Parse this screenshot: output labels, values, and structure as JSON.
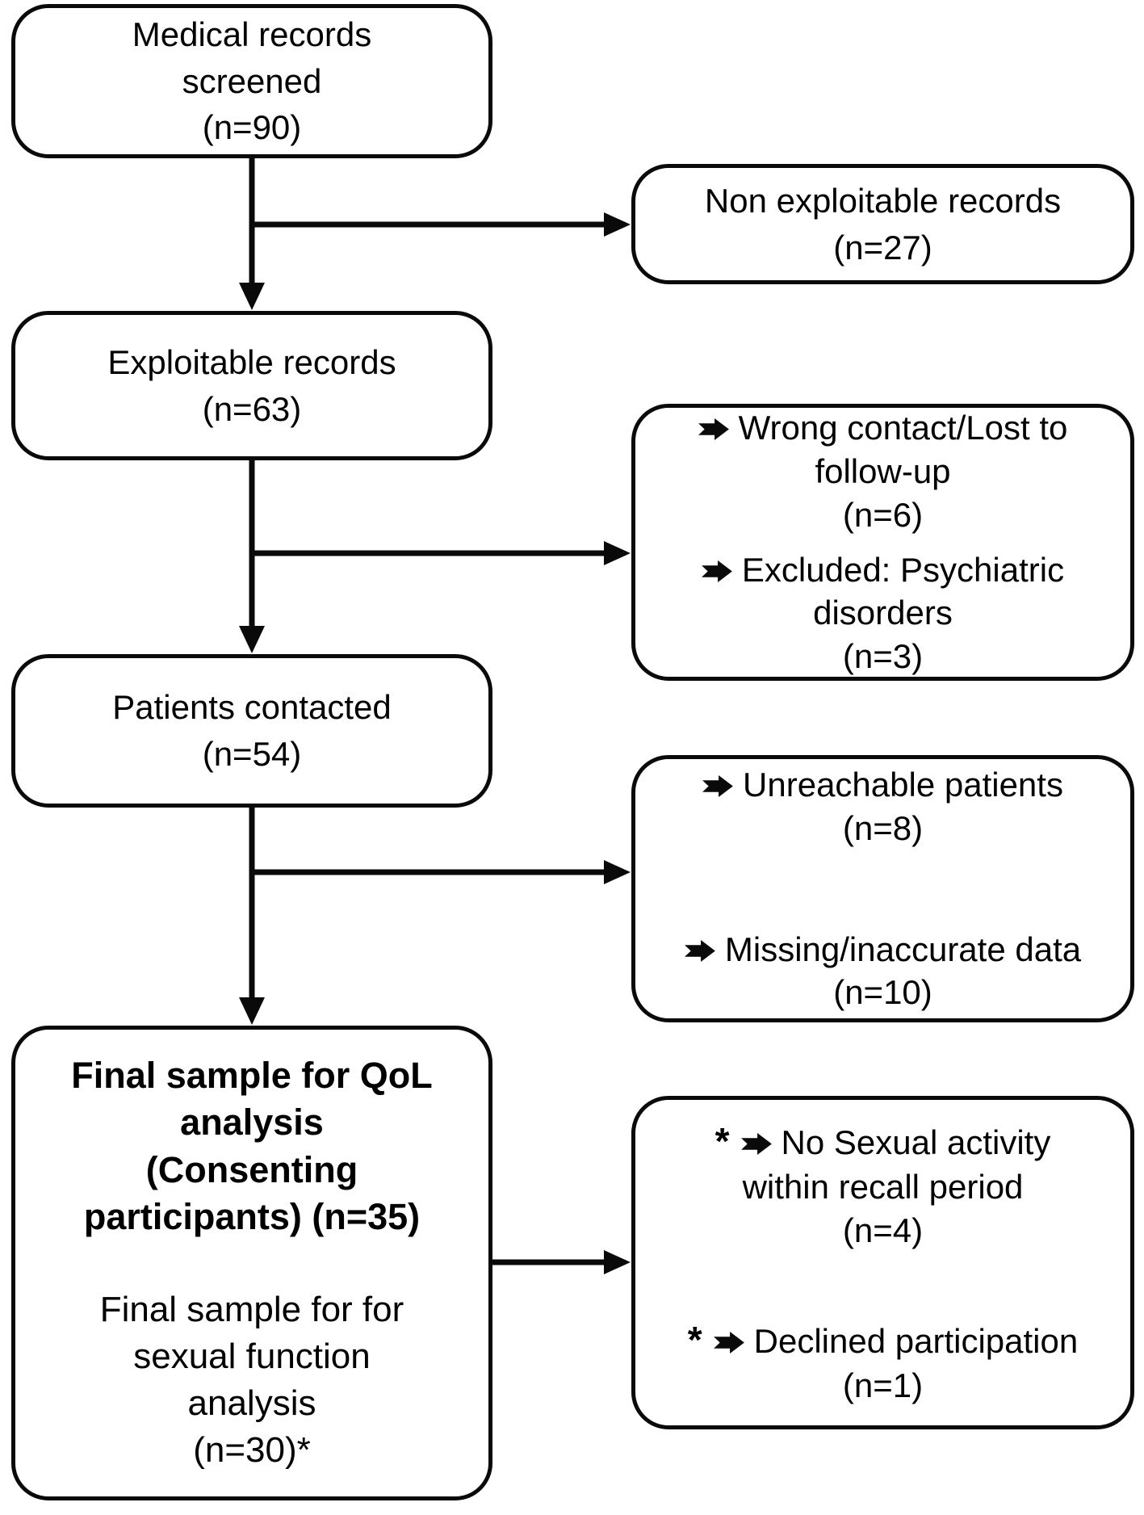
{
  "figure": {
    "type": "participant-flow-diagram",
    "background_color": "#ffffff",
    "line_color": "#0a0a0a",
    "text_color": "#000000"
  },
  "boxes": {
    "medical_records": {
      "lines": [
        "Medical records",
        "screened",
        "(n=90)"
      ],
      "n": 90
    },
    "non_exploitable": {
      "lines": [
        "Non exploitable records",
        "(n=27)"
      ],
      "n": 27
    },
    "exploitable": {
      "lines": [
        "Exploitable records",
        "(n=63)"
      ],
      "n": 63
    },
    "contact_exclusions": {
      "item1": {
        "lines": [
          "Wrong contact/Lost to",
          "follow-up",
          "(n=6)"
        ],
        "n": 6
      },
      "item2": {
        "lines": [
          "Excluded: Psychiatric",
          "disorders",
          "(n=3)"
        ],
        "n": 3
      }
    },
    "patients_contacted": {
      "lines": [
        "Patients contacted",
        "(n=54)"
      ],
      "n": 54
    },
    "data_exclusions": {
      "item1": {
        "lines": [
          "Unreachable patients",
          "(n=8)"
        ],
        "n": 8
      },
      "item2": {
        "lines": [
          "Missing/inaccurate data",
          "(n=10)"
        ],
        "n": 10
      }
    },
    "final_sample": {
      "bold_lines": [
        "Final sample for QoL",
        "analysis",
        "(Consenting",
        "participants) (n=35)"
      ],
      "n_qol": 35,
      "regular_lines": [
        "Final sample for for",
        "sexual function",
        "analysis",
        "(n=30)*"
      ],
      "n_sexual_function": 30
    },
    "final_exclusions": {
      "item1": {
        "star": "*",
        "lines": [
          "No Sexual activity",
          "within recall period",
          "(n=4)"
        ],
        "n": 4
      },
      "item2": {
        "star": "*",
        "lines": [
          "Declined participation",
          "(n=1)"
        ],
        "n": 1
      }
    }
  }
}
